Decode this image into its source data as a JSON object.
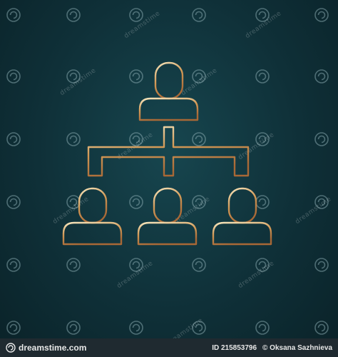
{
  "image": {
    "subject_icon": "organization-hierarchy-icon",
    "stroke_gradient": [
      "#f6e7bf",
      "#d39a57",
      "#a86836"
    ],
    "background_color": "#0f3038"
  },
  "watermark": {
    "text": "dreamstime",
    "logo_icon": "dreamstime-spiral-icon"
  },
  "footer": {
    "brand": "dreamstime.com",
    "id_text": "ID 215853796",
    "author_text": "© Oksana Sazhnieva",
    "background_color": "#1f2a30"
  }
}
